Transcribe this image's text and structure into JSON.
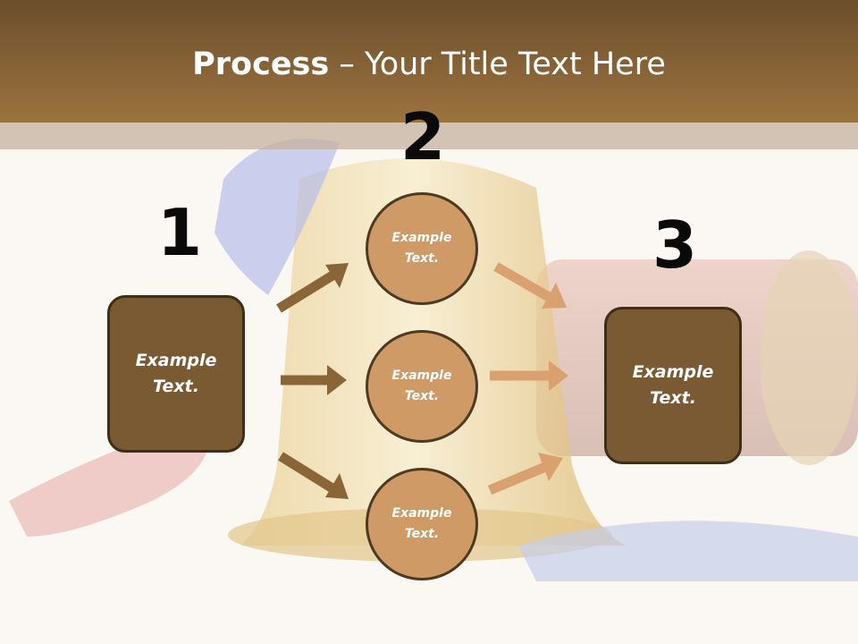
{
  "title": {
    "bold": "Process",
    "rest": " – Your Title Text Here"
  },
  "numbers": [
    "1",
    "2",
    "3"
  ],
  "left_box": {
    "line1": "Example",
    "line2": "Text."
  },
  "right_box": {
    "line1": "Example",
    "line2": "Text."
  },
  "circles": [
    {
      "line1": "Example",
      "line2": "Text."
    },
    {
      "line1": "Example",
      "line2": "Text."
    },
    {
      "line1": "Example",
      "line2": "Text."
    }
  ],
  "colors": {
    "header_dark": "#6c4e2c",
    "header_light": "#9c733f",
    "box_fill": "#7a5a33",
    "circle_fill": "#cf9a66",
    "arrow_dark": "#8a6538",
    "arrow_light": "#d9a070"
  }
}
